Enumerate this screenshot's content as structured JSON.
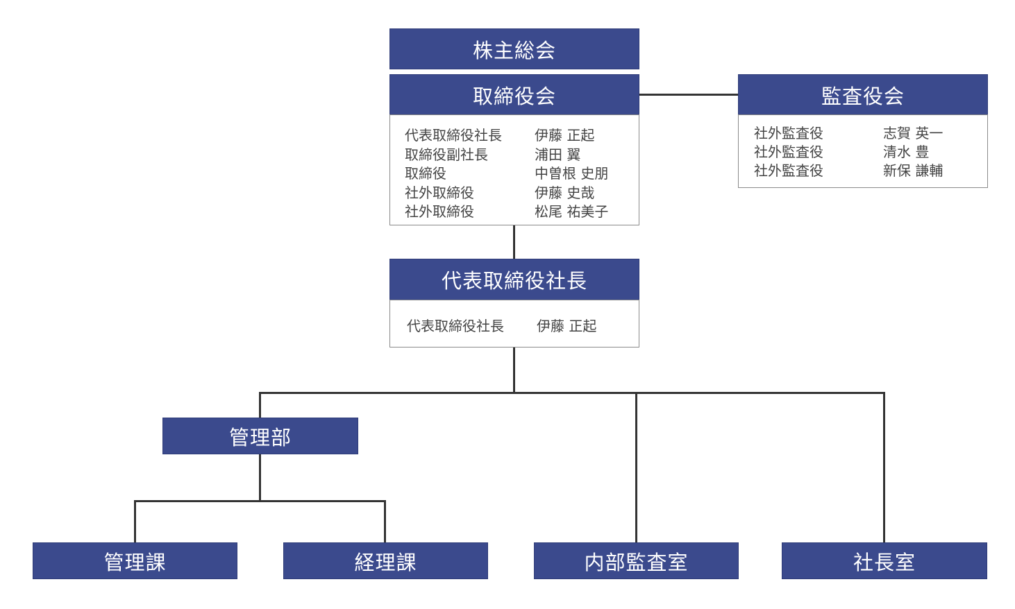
{
  "colors": {
    "box_fill": "#3b4a8d",
    "box_text": "#ffffff",
    "line": "#333333",
    "panel_border": "#8a8a8a"
  },
  "shareholders": {
    "label": "株主総会"
  },
  "board": {
    "label": "取締役会",
    "members": [
      {
        "role": "代表取締役社長",
        "name": "伊藤 正起"
      },
      {
        "role": "取締役副社長",
        "name": "浦田 翼"
      },
      {
        "role": "取締役",
        "name": "中曽根 史朋"
      },
      {
        "role": "社外取締役",
        "name": "伊藤 史哉"
      },
      {
        "role": "社外取締役",
        "name": "松尾 祐美子"
      }
    ]
  },
  "auditors": {
    "label": "監査役会",
    "members": [
      {
        "role": "社外監査役",
        "name": "志賀 英一"
      },
      {
        "role": "社外監査役",
        "name": "清水 豊"
      },
      {
        "role": "社外監査役",
        "name": "新保 謙輔"
      }
    ]
  },
  "president": {
    "label": "代表取締役社長",
    "members": [
      {
        "role": "代表取締役社長",
        "name": "伊藤 正起"
      }
    ]
  },
  "departments": {
    "admin_dept": "管理部",
    "admin_section": "管理課",
    "accounting_section": "経理課",
    "internal_audit": "内部監査室",
    "president_office": "社長室"
  }
}
